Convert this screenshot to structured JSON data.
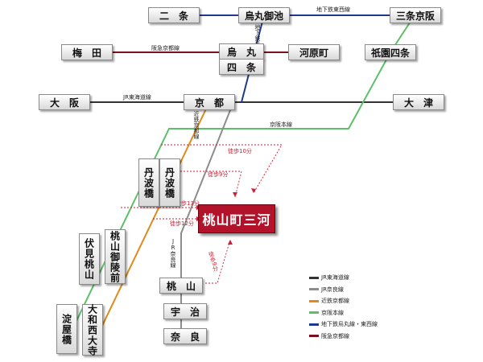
{
  "stations": {
    "nijo": "二　条",
    "karasuma_oike": "烏丸御池",
    "sanjo_keihan": "三条京阪",
    "umeda": "梅　田",
    "karasuma": "烏　丸",
    "kawaramachi": "河原町",
    "gion_shijo": "祇園四条",
    "shijo": "四　条",
    "osaka": "大　阪",
    "kyoto": "京　都",
    "otsu": "大　津",
    "tambabashi_keihan": "丹波橋",
    "tambabashi_kintetsu": "丹波橋",
    "fushimi_momoyama": "伏見桃山",
    "momoyama_goryomae": "桃山御陵前",
    "yodoyabashi": "淀屋橋",
    "yamato_saidaiji": "大和西大寺",
    "momoyama": "桃　山",
    "uji": "宇　治",
    "nara": "奈　良"
  },
  "destination": "桃山町三河",
  "line_labels": {
    "subway_tozai": "地下鉄東西線",
    "subway_karasuma": "地下鉄烏丸線",
    "hankyu": "阪急京都線",
    "jr_tokaido": "JR東海道線",
    "kintetsu": "近鉄京都線",
    "keihan": "京阪本線",
    "jr_nara": "JR奈良線"
  },
  "walk_times": {
    "w10": "徒歩10分",
    "w9a": "徒歩9分",
    "w13": "徒歩13分",
    "w12": "徒歩12分",
    "w9b": "徒歩9分"
  },
  "legend": [
    {
      "label": "JR東海道線",
      "color": "#333333"
    },
    {
      "label": "JR奈良線",
      "color": "#8c8c8c"
    },
    {
      "label": "近鉄京都線",
      "color": "#e08a1a"
    },
    {
      "label": "京阪本線",
      "color": "#5cc06a"
    },
    {
      "label": "地下鉄烏丸線・東西線",
      "color": "#1e3a8a"
    },
    {
      "label": "阪急京都線",
      "color": "#7a1020"
    }
  ],
  "colors": {
    "jr_tokaido": "#333333",
    "jr_nara": "#8c8c8c",
    "kintetsu": "#e08a1a",
    "keihan": "#5cc06a",
    "subway": "#1e3a8a",
    "hankyu": "#7a1020",
    "walk": "#cc1f33",
    "destination": "#b3132a"
  }
}
